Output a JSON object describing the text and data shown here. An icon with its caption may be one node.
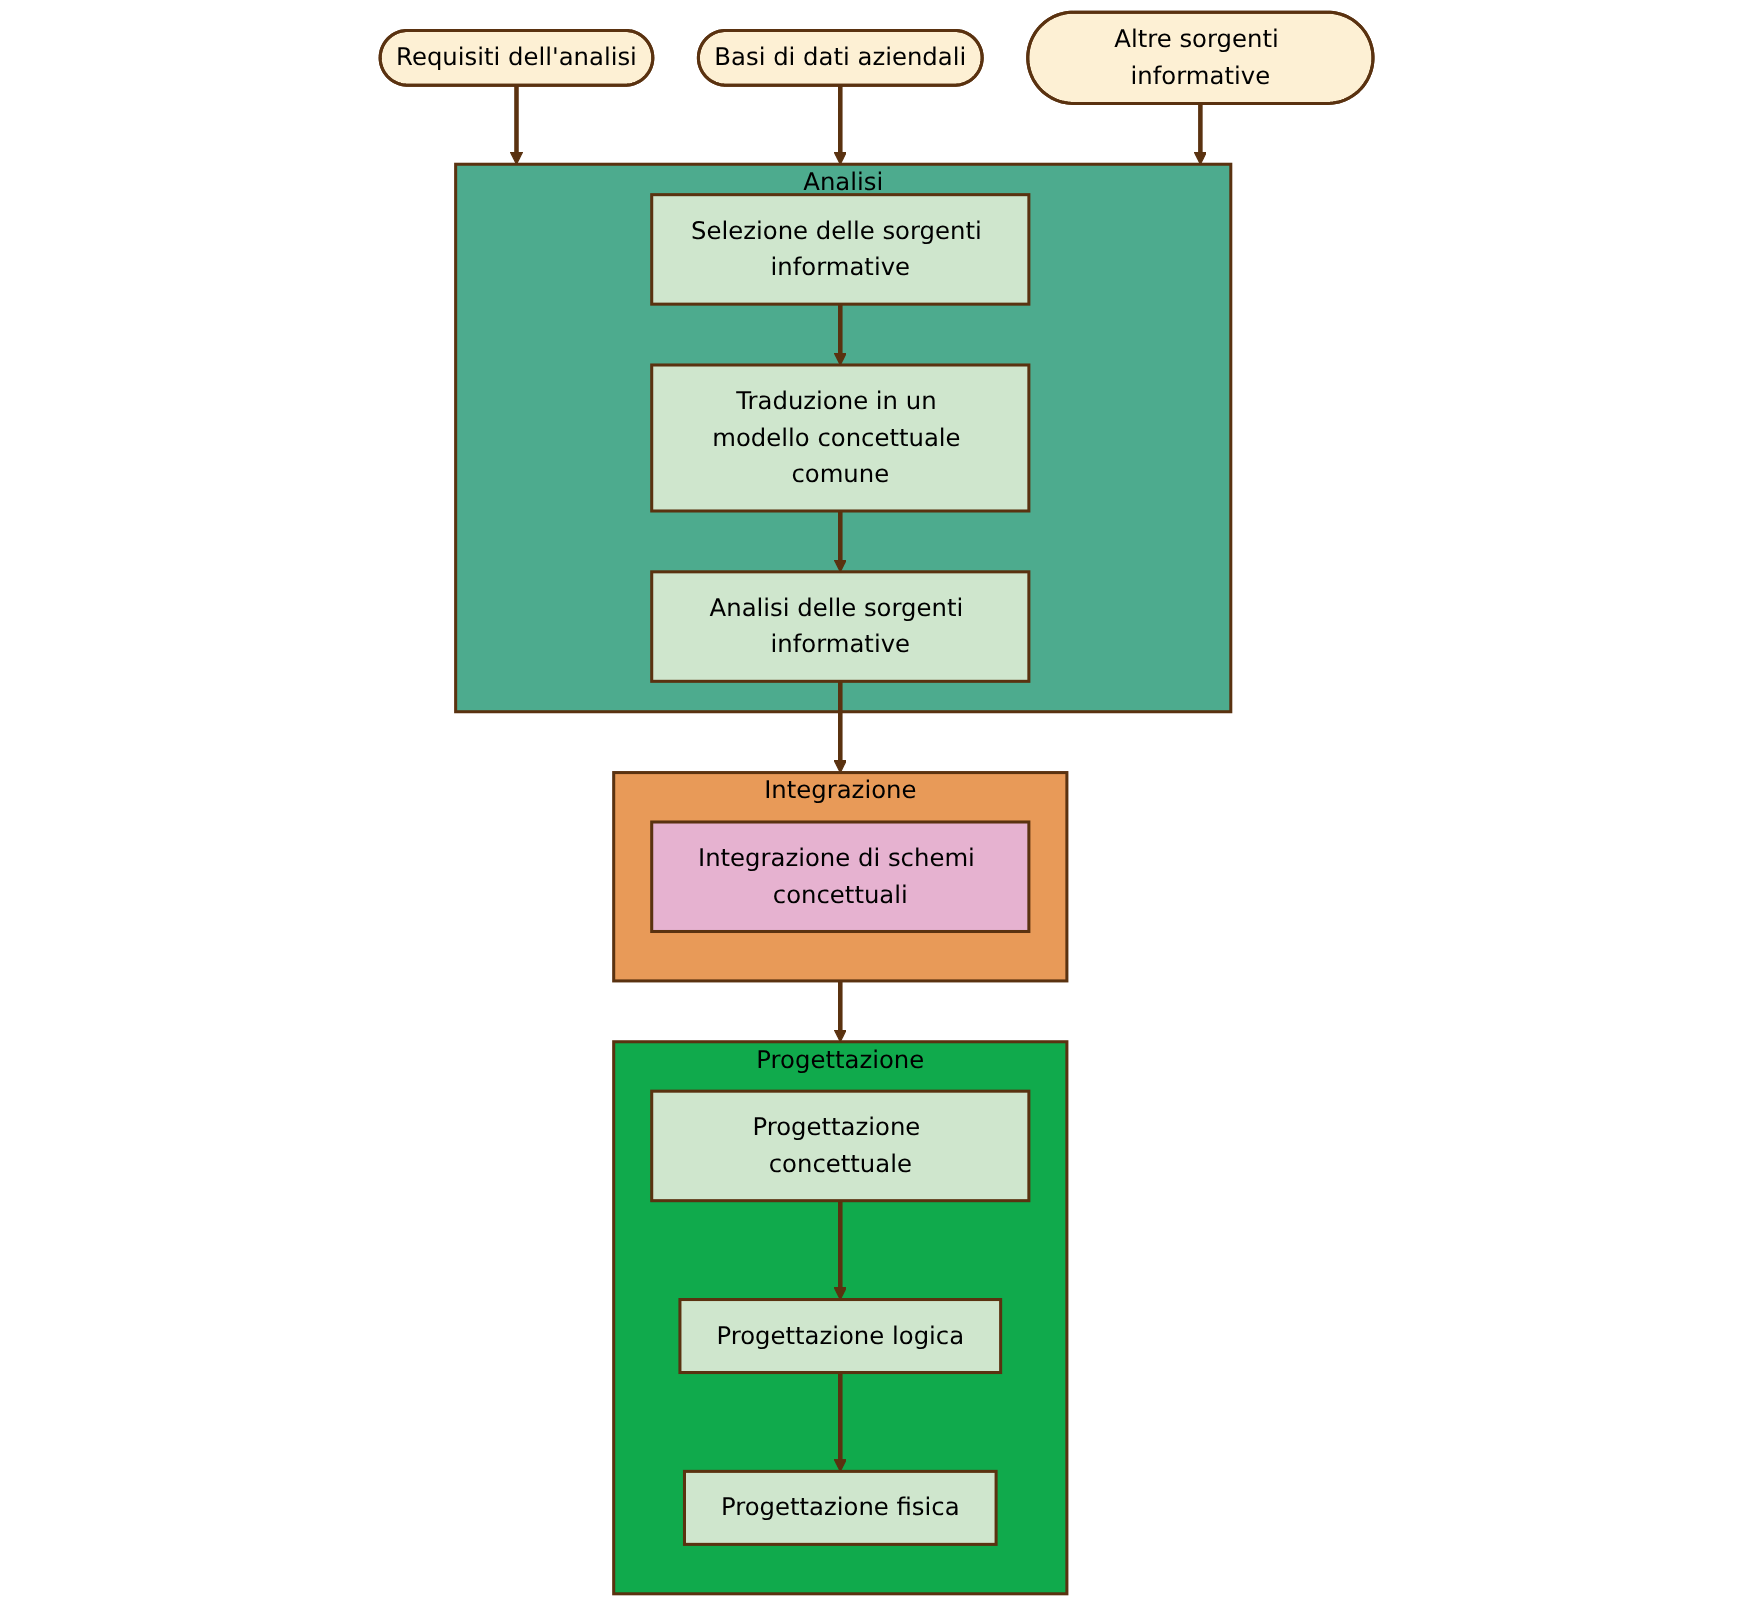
{
  "diagram": {
    "nodes": [
      {
        "text": [
          "Requisiti dell'analisi"
        ]
      },
      {
        "text": [
          "Basi di dati aziendali"
        ]
      },
      {
        "text": [
          "Altre sorgenti informative"
        ]
      },
      {
        "text": [
          "Analisi"
        ]
      },
      {
        "text": [
          "Selezione delle sorgenti informative"
        ],
        "in": 3
      },
      {
        "text": [
          "Traduzione in un modello concettuale comune"
        ],
        "in": 3
      },
      {
        "text": [
          "Analisi delle sorgenti informative"
        ],
        "in": 3
      },
      {
        "text": [
          "Integrazione"
        ]
      },
      {
        "text": [
          "Integrazione di schemi concettuali"
        ],
        "in": 7
      },
      {
        "text": [
          "Progettazione"
        ]
      },
      {
        "text": [
          "Progettazione concettuale"
        ],
        "in": 9
      },
      {
        "text": [
          "Progettazione logica"
        ],
        "in": 9
      },
      {
        "text": [
          "Progettazione fisica"
        ],
        "in": 9
      }
    ],
    "edges": [
      {
        "from": 0,
        "to": 3,
        "arrow": "to"
      },
      {
        "from": 1,
        "to": 3,
        "arrow": "to"
      },
      {
        "from": 2,
        "to": 3,
        "arrow": "to"
      },
      {
        "from": 4,
        "to": 5,
        "arrow": "to"
      },
      {
        "from": 5,
        "to": 6,
        "arrow": "to"
      },
      {
        "from": 6,
        "to": 7,
        "arrow": "to"
      },
      {
        "from": 7,
        "to": 9,
        "arrow": "to"
      },
      {
        "from": 10,
        "to": 11,
        "arrow": "to"
      },
      {
        "from": 11,
        "to": 12,
        "arrow": "to"
      }
    ]
  }
}
